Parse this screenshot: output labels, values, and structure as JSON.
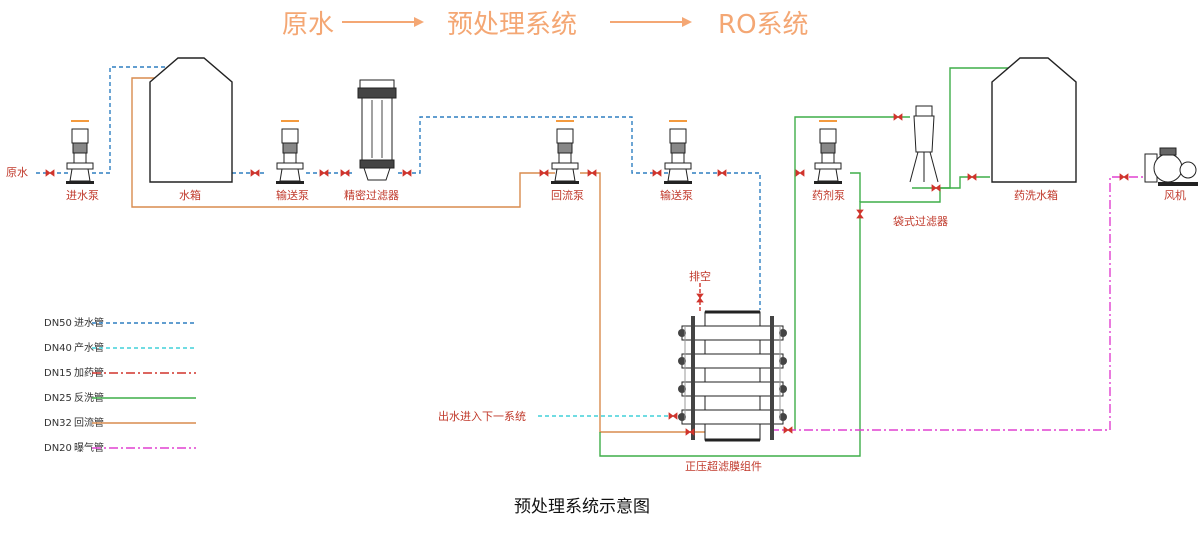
{
  "banner": {
    "source": "原水",
    "pretreatment": "预处理系统",
    "ro": "RO系统"
  },
  "labels": {
    "raw_water": "原水",
    "inlet_pump": "进水泵",
    "water_tank": "水箱",
    "feed_pump_1": "输送泵",
    "precision_filter": "精密过滤器",
    "return_pump": "回流泵",
    "feed_pump_2": "输送泵",
    "dosing_pump": "药剂泵",
    "bag_filter": "袋式过滤器",
    "chem_wash_tank": "药洗水箱",
    "blower": "风机",
    "vent": "排空",
    "outlet_next": "出水进入下一系统",
    "uf_module": "正压超滤膜组件"
  },
  "legend": [
    {
      "code": "DN50",
      "note": "进水管",
      "color": "#2f7fc1",
      "dash": "4,3"
    },
    {
      "code": "DN40",
      "note": "产水管",
      "color": "#40d0d8",
      "dash": "4,3"
    },
    {
      "code": "DN15",
      "note": "加药管",
      "color": "#d0342c",
      "dash": "9,3,2,3"
    },
    {
      "code": "DN25",
      "note": "反洗管",
      "color": "#3fae49",
      "dash": ""
    },
    {
      "code": "DN32",
      "note": "回流管",
      "color": "#d98b4e",
      "dash": ""
    },
    {
      "code": "DN20",
      "note": "曝气管",
      "color": "#e040d0",
      "dash": "9,3,2,3"
    }
  ],
  "caption": "预处理系统示意图"
}
